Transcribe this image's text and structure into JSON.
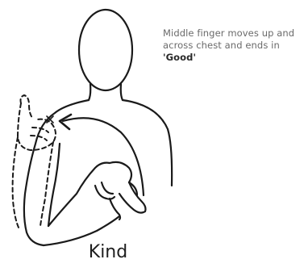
{
  "sign": {
    "word": "Kind",
    "instruction_prefix": "Middle finger moves up and across chest and ends in ",
    "instruction_bold": "'Good'"
  },
  "colors": {
    "line": "#1a1a1a",
    "caption_text": "#6a6a6a",
    "background": "#ffffff"
  }
}
